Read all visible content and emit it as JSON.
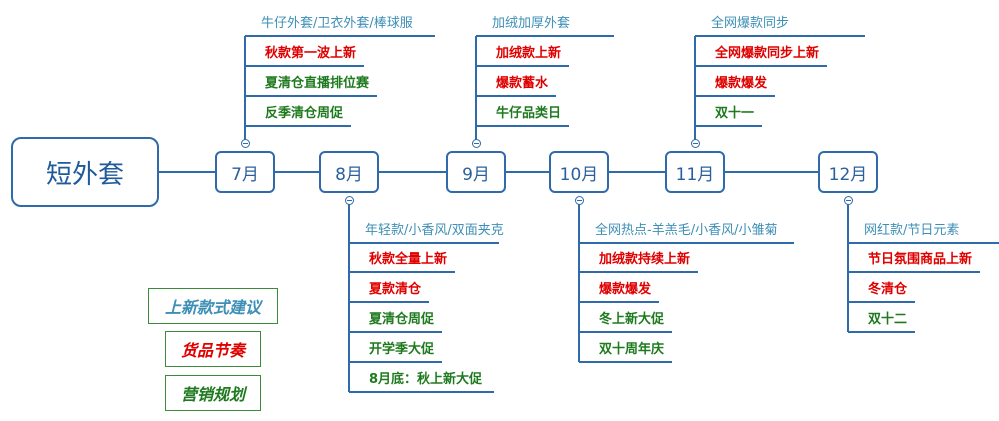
{
  "root": {
    "label": "短外套"
  },
  "colors": {
    "red": "#e00000",
    "green": "#1f7a1f",
    "teal": "#3d8fb6",
    "blue": "#2f6aab"
  },
  "months": [
    {
      "label": "7月",
      "head": "牛仔外套/卫衣外套/棒球服",
      "items": [
        {
          "text": "秋款第一波上新",
          "color": "red"
        },
        {
          "text": "夏清仓直播排位赛",
          "color": "green"
        },
        {
          "text": "反季清仓周促",
          "color": "green"
        }
      ]
    },
    {
      "label": "8月",
      "head": "年轻款/小香风/双面夹克",
      "items": [
        {
          "text": "秋款全量上新",
          "color": "red"
        },
        {
          "text": "夏款清仓",
          "color": "red"
        },
        {
          "text": "夏清仓周促",
          "color": "green"
        },
        {
          "text": "开学季大促",
          "color": "green"
        },
        {
          "text": "8月底：秋上新大促",
          "color": "green"
        }
      ]
    },
    {
      "label": "9月",
      "head": "加绒加厚外套",
      "items": [
        {
          "text": "加绒款上新",
          "color": "red"
        },
        {
          "text": "爆款蓄水",
          "color": "red"
        },
        {
          "text": "牛仔品类日",
          "color": "green"
        }
      ]
    },
    {
      "label": "10月",
      "head": "全网热点-羊羔毛/小香风/小雏菊",
      "items": [
        {
          "text": "加绒款持续上新",
          "color": "red"
        },
        {
          "text": "爆款爆发",
          "color": "red"
        },
        {
          "text": "冬上新大促",
          "color": "green"
        },
        {
          "text": "双十周年庆",
          "color": "green"
        }
      ]
    },
    {
      "label": "11月",
      "head": "全网爆款同步",
      "items": [
        {
          "text": "全网爆款同步上新",
          "color": "red"
        },
        {
          "text": "爆款爆发",
          "color": "red"
        },
        {
          "text": "双十一",
          "color": "green"
        }
      ]
    },
    {
      "label": "12月",
      "head": "网红款/节日元素",
      "items": [
        {
          "text": "节日氛围商品上新",
          "color": "red"
        },
        {
          "text": "冬清仓",
          "color": "red"
        },
        {
          "text": "双十二",
          "color": "green"
        }
      ]
    }
  ],
  "legend": [
    {
      "label": "上新款式建议",
      "color": "teal"
    },
    {
      "label": "货品节奏",
      "color": "red"
    },
    {
      "label": "营销规划",
      "color": "green"
    }
  ]
}
